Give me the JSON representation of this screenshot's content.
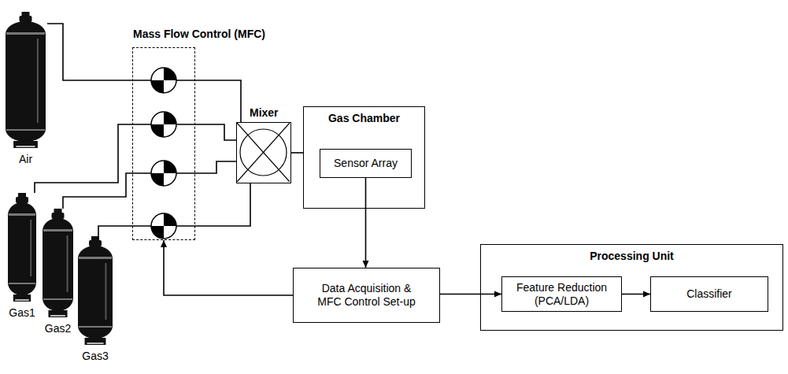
{
  "diagram": {
    "nodes": [
      {
        "text": [
          "Air"
        ]
      },
      {
        "text": [
          "Gas1"
        ]
      },
      {
        "text": [
          "Gas2"
        ]
      },
      {
        "text": [
          "Gas3"
        ]
      },
      {
        "text": [
          "Mass Flow Control (MFC)"
        ]
      },
      {
        "text": [
          "Mixer"
        ]
      },
      {
        "text": [
          "Gas Chamber"
        ]
      },
      {
        "text": [
          "Sensor Array"
        ],
        "in": 6
      },
      {
        "text": [
          "Data Acquisition & MFC Control Set-up"
        ]
      },
      {
        "text": [
          "Processing Unit"
        ]
      },
      {
        "text": [
          "Feature Reduction (PCA/LDA)"
        ],
        "in": 9
      },
      {
        "text": [
          "Classifier"
        ],
        "in": 9
      }
    ],
    "edges": [
      {
        "from": 0,
        "to": 5,
        "arrow": "none"
      },
      {
        "from": 1,
        "to": 5,
        "arrow": "none"
      },
      {
        "from": 2,
        "to": 5,
        "arrow": "none"
      },
      {
        "from": 3,
        "to": 5,
        "arrow": "none"
      },
      {
        "from": 5,
        "to": 6,
        "arrow": "none"
      },
      {
        "from": 7,
        "to": 8,
        "arrow": "to"
      },
      {
        "from": 8,
        "to": 4,
        "arrow": "to"
      },
      {
        "from": 8,
        "to": 10,
        "arrow": "to"
      },
      {
        "from": 10,
        "to": 11,
        "arrow": "to"
      }
    ]
  }
}
